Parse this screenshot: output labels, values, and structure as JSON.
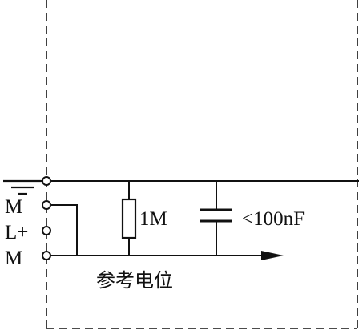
{
  "terminals": {
    "m_upper": "M",
    "l_plus": "L+",
    "m_lower": "M"
  },
  "components": {
    "resistor_value": "1M",
    "capacitor_value": "<100nF"
  },
  "reference_label": "参考电位",
  "icons": {
    "ground": "ground-icon",
    "arrow": "arrow-head-icon"
  },
  "colors": {
    "line": "#111111",
    "background": "#ffffff"
  }
}
